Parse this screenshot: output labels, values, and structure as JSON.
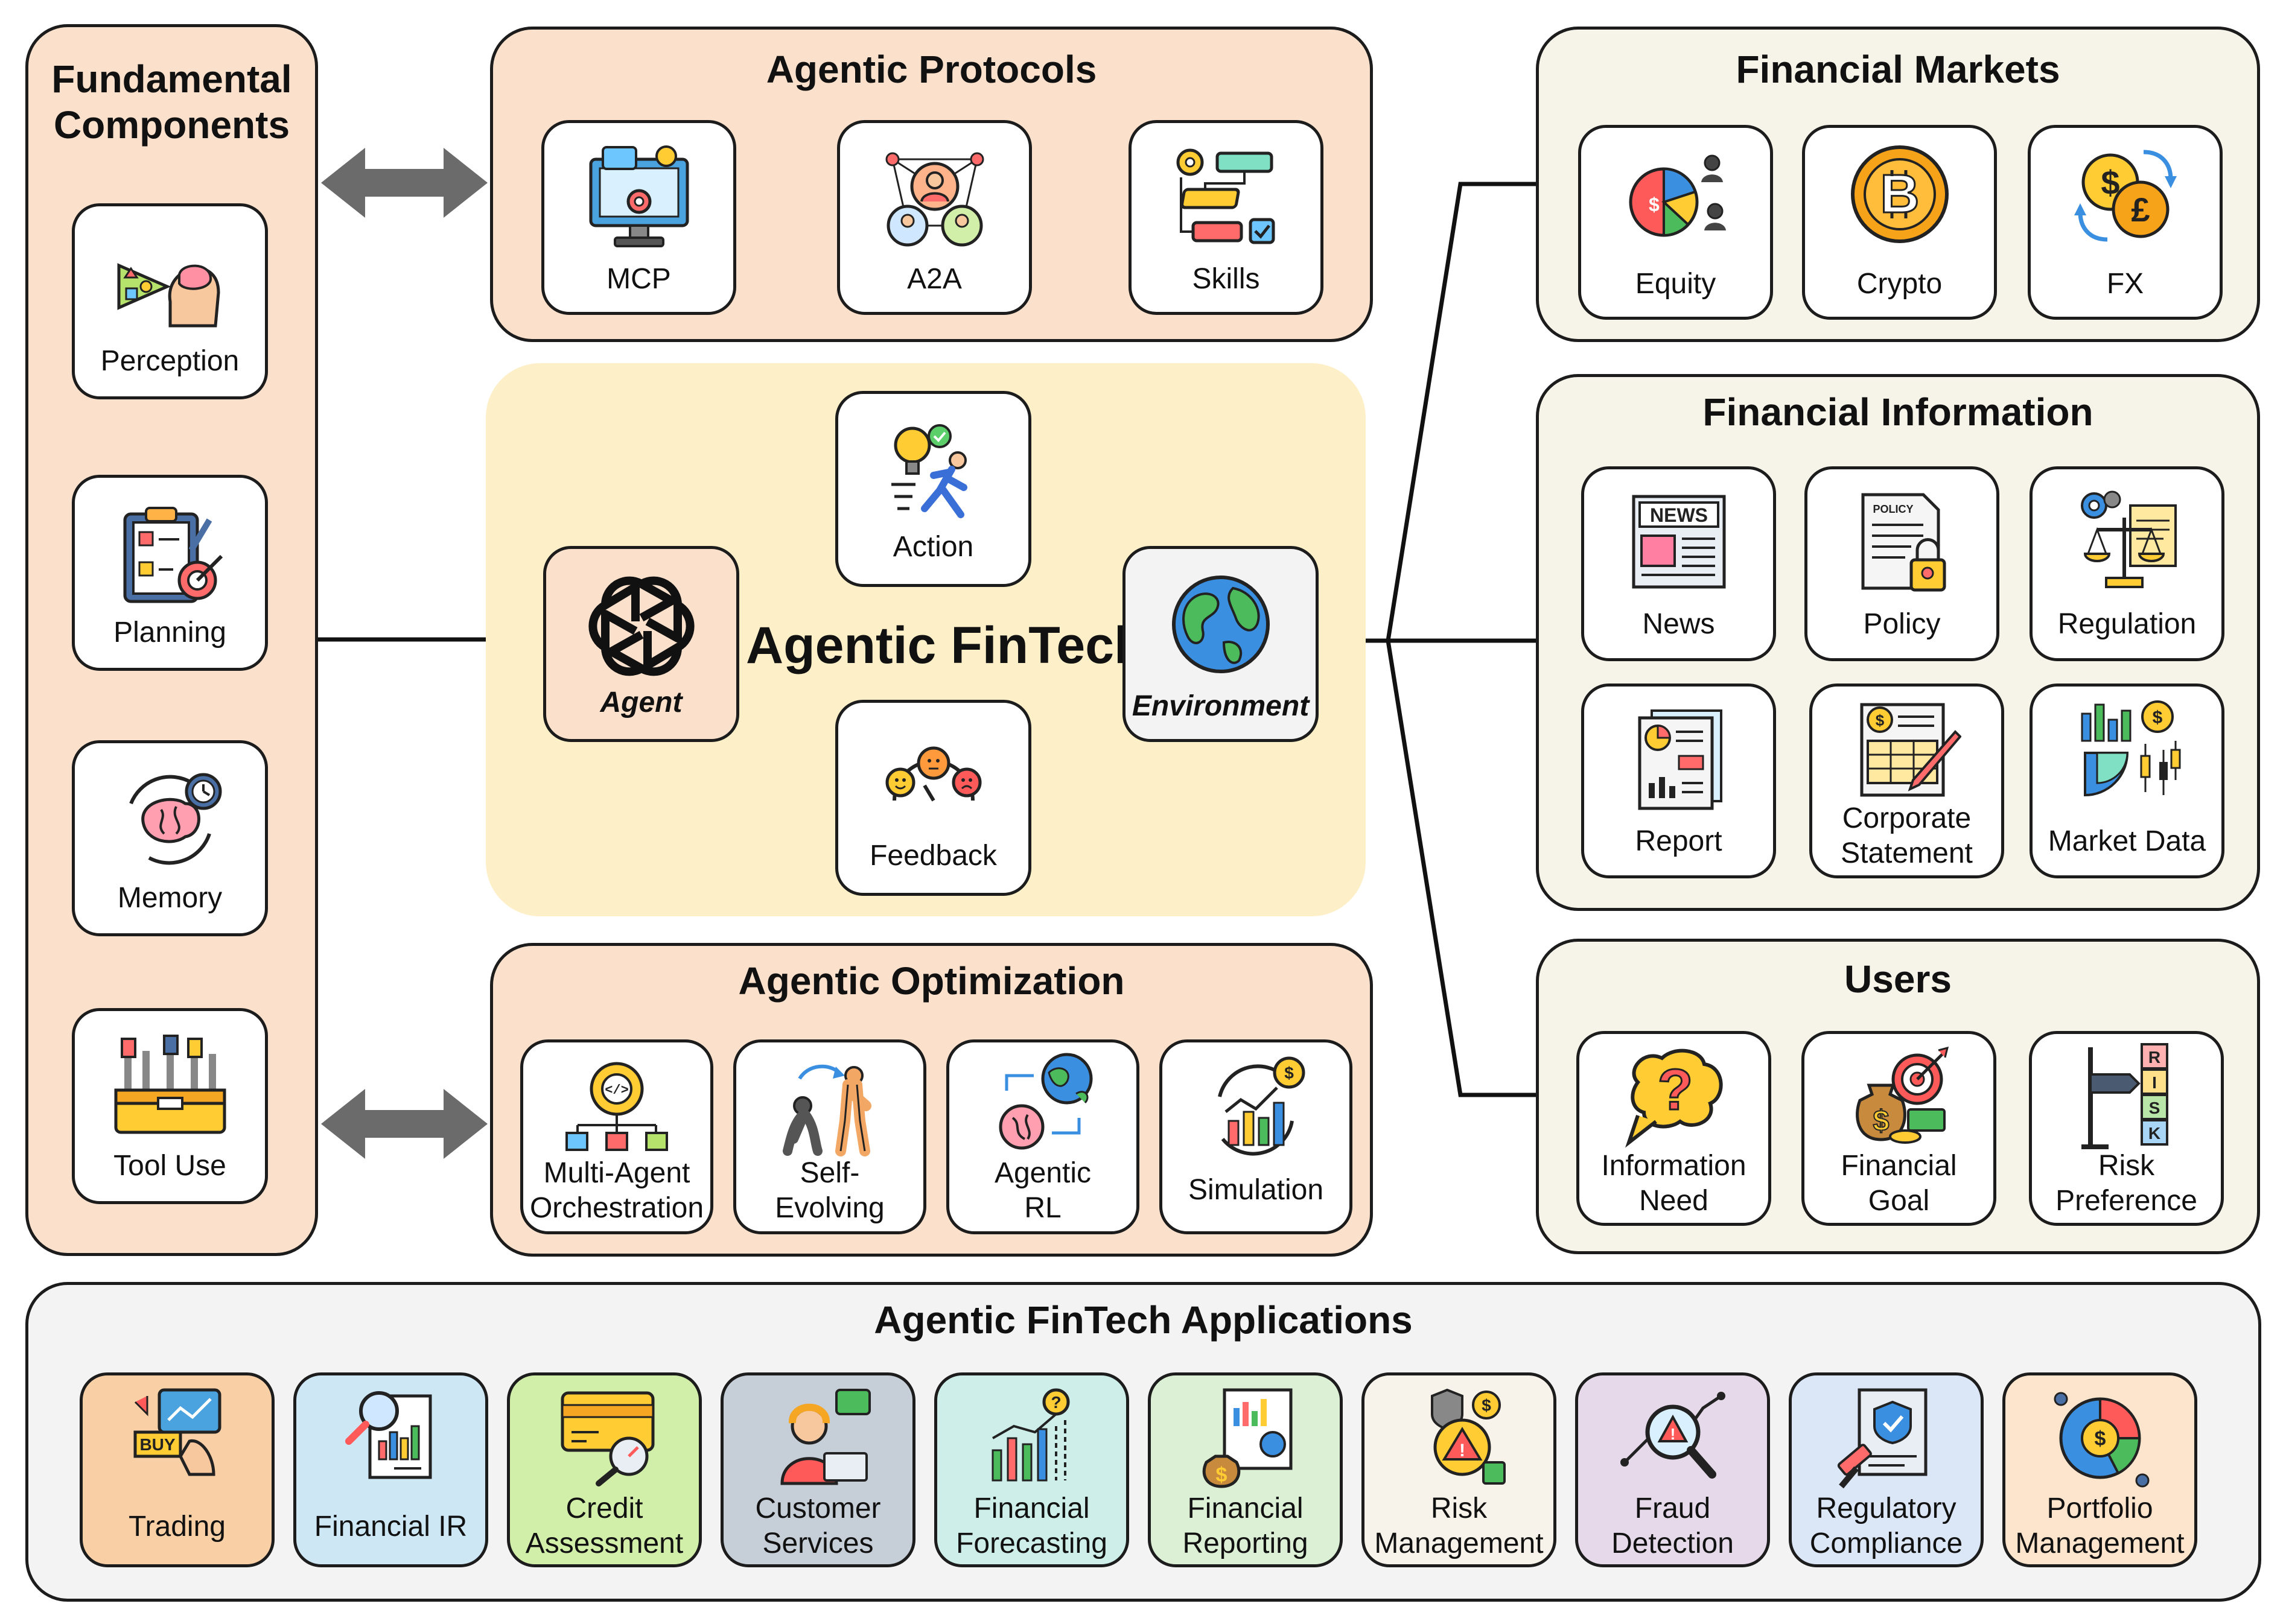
{
  "fundamental": {
    "title_line1": "Fundamental",
    "title_line2": "Components",
    "items": [
      {
        "label": "Perception",
        "icon": "perception-icon"
      },
      {
        "label": "Planning",
        "icon": "planning-icon"
      },
      {
        "label": "Memory",
        "icon": "memory-icon"
      },
      {
        "label": "Tool Use",
        "icon": "tool-use-icon"
      }
    ]
  },
  "protocols": {
    "title": "Agentic Protocols",
    "items": [
      {
        "label": "MCP",
        "icon": "mcp-icon"
      },
      {
        "label": "A2A",
        "icon": "a2a-icon"
      },
      {
        "label": "Skills",
        "icon": "skills-icon"
      }
    ]
  },
  "center": {
    "title": "Agentic FinTech",
    "agent": "Agent",
    "environment": "Environment",
    "action": "Action",
    "feedback": "Feedback"
  },
  "optimization": {
    "title": "Agentic Optimization",
    "items": [
      {
        "line1": "Multi-Agent",
        "line2": "Orchestration",
        "icon": "multi-agent-icon"
      },
      {
        "line1": "Self-",
        "line2": "Evolving",
        "icon": "self-evolving-icon"
      },
      {
        "line1": "Agentic",
        "line2": "RL",
        "icon": "agentic-rl-icon"
      },
      {
        "line1": "Simulation",
        "line2": "",
        "icon": "simulation-icon"
      }
    ]
  },
  "markets": {
    "title": "Financial Markets",
    "items": [
      {
        "label": "Equity",
        "icon": "equity-icon"
      },
      {
        "label": "Crypto",
        "icon": "crypto-icon"
      },
      {
        "label": "FX",
        "icon": "fx-icon"
      }
    ]
  },
  "information": {
    "title": "Financial Information",
    "items": [
      {
        "line1": "News",
        "line2": "",
        "icon": "news-icon"
      },
      {
        "line1": "Policy",
        "line2": "",
        "icon": "policy-icon"
      },
      {
        "line1": "Regulation",
        "line2": "",
        "icon": "regulation-icon"
      },
      {
        "line1": "Report",
        "line2": "",
        "icon": "report-icon"
      },
      {
        "line1": "Corporate",
        "line2": "Statement",
        "icon": "corporate-statement-icon"
      },
      {
        "line1": "Market Data",
        "line2": "",
        "icon": "market-data-icon"
      }
    ]
  },
  "users": {
    "title": "Users",
    "items": [
      {
        "line1": "Information",
        "line2": "Need",
        "icon": "question-icon"
      },
      {
        "line1": "Financial",
        "line2": "Goal",
        "icon": "goal-icon"
      },
      {
        "line1": "Risk",
        "line2": "Preference",
        "icon": "risk-preference-icon"
      }
    ]
  },
  "applications": {
    "title": "Agentic FinTech Applications",
    "items": [
      {
        "line1": "Trading",
        "line2": "",
        "color": "#f9cfa6",
        "icon": "trading-icon"
      },
      {
        "line1": "Financial IR",
        "line2": "",
        "color": "#cde7f5",
        "icon": "financial-ir-icon"
      },
      {
        "line1": "Credit",
        "line2": "Assessment",
        "color": "#d2efaa",
        "icon": "credit-card-icon"
      },
      {
        "line1": "Customer",
        "line2": "Services",
        "color": "#c6ced8",
        "icon": "customer-service-icon"
      },
      {
        "line1": "Financial",
        "line2": "Forecasting",
        "color": "#cdeee9",
        "icon": "forecasting-icon"
      },
      {
        "line1": "Financial",
        "line2": "Reporting",
        "color": "#dcf0d6",
        "icon": "reporting-icon"
      },
      {
        "line1": "Risk",
        "line2": "Management",
        "color": "#f8f3ea",
        "icon": "risk-management-icon"
      },
      {
        "line1": "Fraud",
        "line2": "Detection",
        "color": "#e5d9ea",
        "icon": "fraud-detection-icon"
      },
      {
        "line1": "Regulatory",
        "line2": "Compliance",
        "color": "#dbe6f6",
        "icon": "compliance-icon"
      },
      {
        "line1": "Portfolio",
        "line2": "Management",
        "color": "#fde4cc",
        "icon": "portfolio-icon"
      }
    ]
  }
}
